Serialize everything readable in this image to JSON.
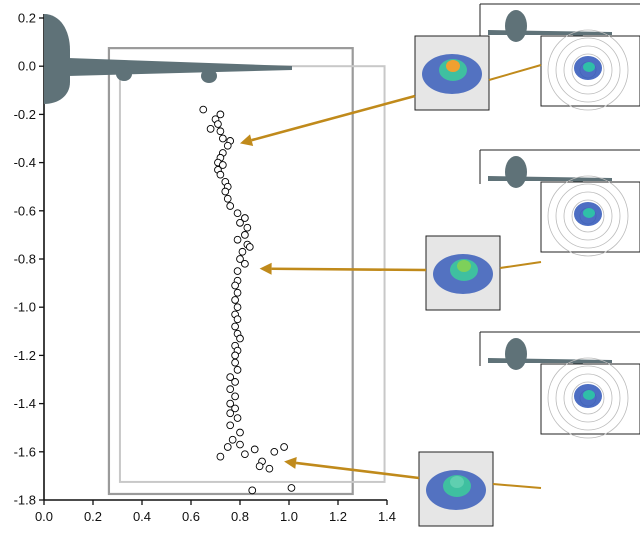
{
  "chart_data": {
    "type": "scatter",
    "xlim": [
      0.0,
      1.4
    ],
    "ylim": [
      -1.8,
      0.2
    ],
    "x_ticks": [
      "0.0",
      "0.2",
      "0.4",
      "0.6",
      "0.8",
      "1.0",
      "1.2",
      "1.4"
    ],
    "y_ticks": [
      "0.2",
      "0.0",
      "-0.2",
      "-0.4",
      "-0.6",
      "-0.8",
      "-1.0",
      "-1.2",
      "-1.4",
      "-1.6",
      "-1.8"
    ],
    "grid": false,
    "marker": "open-circle",
    "points": [
      [
        0.65,
        -0.18
      ],
      [
        0.72,
        -0.2
      ],
      [
        0.7,
        -0.22
      ],
      [
        0.71,
        -0.24
      ],
      [
        0.68,
        -0.26
      ],
      [
        0.72,
        -0.27
      ],
      [
        0.73,
        -0.3
      ],
      [
        0.76,
        -0.31
      ],
      [
        0.75,
        -0.33
      ],
      [
        0.73,
        -0.36
      ],
      [
        0.72,
        -0.38
      ],
      [
        0.71,
        -0.4
      ],
      [
        0.73,
        -0.41
      ],
      [
        0.71,
        -0.43
      ],
      [
        0.72,
        -0.45
      ],
      [
        0.74,
        -0.48
      ],
      [
        0.75,
        -0.5
      ],
      [
        0.74,
        -0.52
      ],
      [
        0.75,
        -0.55
      ],
      [
        0.76,
        -0.58
      ],
      [
        0.79,
        -0.61
      ],
      [
        0.82,
        -0.63
      ],
      [
        0.8,
        -0.65
      ],
      [
        0.83,
        -0.67
      ],
      [
        0.82,
        -0.7
      ],
      [
        0.79,
        -0.72
      ],
      [
        0.83,
        -0.74
      ],
      [
        0.84,
        -0.75
      ],
      [
        0.81,
        -0.77
      ],
      [
        0.8,
        -0.8
      ],
      [
        0.82,
        -0.82
      ],
      [
        0.79,
        -0.85
      ],
      [
        0.79,
        -0.89
      ],
      [
        0.78,
        -0.91
      ],
      [
        0.79,
        -0.94
      ],
      [
        0.78,
        -0.97
      ],
      [
        0.79,
        -1.0
      ],
      [
        0.78,
        -1.03
      ],
      [
        0.79,
        -1.05
      ],
      [
        0.78,
        -1.08
      ],
      [
        0.79,
        -1.11
      ],
      [
        0.8,
        -1.13
      ],
      [
        0.78,
        -1.16
      ],
      [
        0.79,
        -1.18
      ],
      [
        0.78,
        -1.2
      ],
      [
        0.78,
        -1.23
      ],
      [
        0.79,
        -1.26
      ],
      [
        0.76,
        -1.29
      ],
      [
        0.78,
        -1.31
      ],
      [
        0.76,
        -1.34
      ],
      [
        0.78,
        -1.37
      ],
      [
        0.76,
        -1.4
      ],
      [
        0.78,
        -1.42
      ],
      [
        0.76,
        -1.44
      ],
      [
        0.79,
        -1.46
      ],
      [
        0.76,
        -1.49
      ],
      [
        0.8,
        -1.52
      ],
      [
        0.77,
        -1.55
      ],
      [
        0.8,
        -1.57
      ],
      [
        0.75,
        -1.58
      ],
      [
        0.86,
        -1.59
      ],
      [
        0.82,
        -1.61
      ],
      [
        0.72,
        -1.62
      ],
      [
        0.98,
        -1.58
      ],
      [
        0.94,
        -1.6
      ],
      [
        0.89,
        -1.64
      ],
      [
        0.88,
        -1.66
      ],
      [
        0.92,
        -1.67
      ],
      [
        1.01,
        -1.75
      ],
      [
        0.85,
        -1.76
      ]
    ]
  },
  "overlay": {
    "colors": {
      "arrow": "#C08A1B",
      "aircraft": "#5f7278",
      "frame_dark": "#9a9a9a",
      "frame_light": "#c8c8c8",
      "axis": "#111111"
    },
    "callouts": [
      {
        "target_x": 0.8,
        "target_y": -0.32
      },
      {
        "target_x": 0.88,
        "target_y": -0.84
      },
      {
        "target_x": 0.98,
        "target_y": -1.64
      }
    ]
  }
}
